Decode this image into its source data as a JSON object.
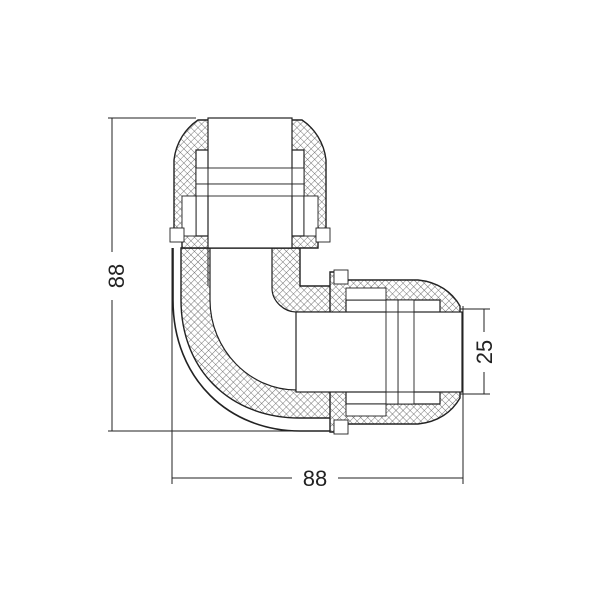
{
  "diagram": {
    "dimensions": {
      "height": "88",
      "width": "88",
      "diameter": "25"
    },
    "colors": {
      "line": "#222222",
      "background": "#ffffff",
      "hatch": "#555555"
    }
  }
}
